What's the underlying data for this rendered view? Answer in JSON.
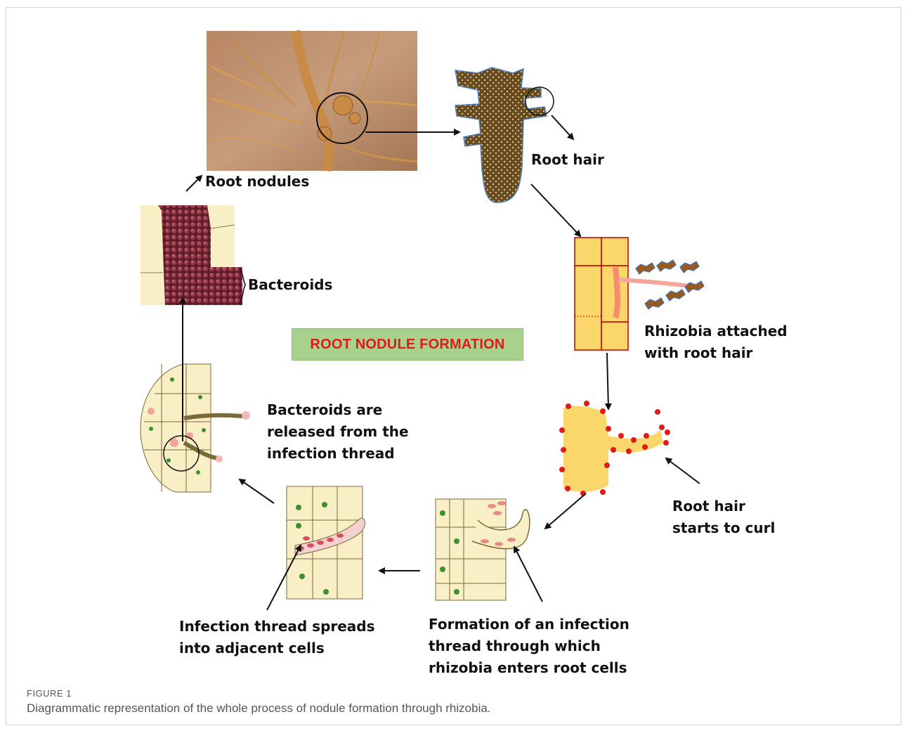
{
  "diagram": {
    "title": "ROOT NODULE FORMATION",
    "labels": {
      "root_nodules": "Root nodules",
      "root_hair": "Root hair",
      "rhizobia_attached": "Rhizobia attached\nwith root hair",
      "root_hair_curl": "Root hair\nstarts to curl",
      "formation_infection": "Formation of an infection\nthread through which\nrhizobia enters root cells",
      "infection_spreads": "Infection thread spreads\ninto adjacent cells",
      "bacteroids_released": "Bacteroids are\nreleased from the\ninfection thread",
      "bacteroids": "Bacteroids"
    }
  },
  "caption": {
    "label": "FIGURE 1",
    "text": "Diagrammatic representation of the whole process of nodule formation through rhizobia."
  },
  "colors": {
    "title_box_fill": "#a9d18e",
    "title_text": "#e0191b",
    "cell_fill": "#fbd66a",
    "cell_border": "#c00000",
    "root_brown": "#6b4c1e",
    "nucleus_green": "#3f8f2f",
    "bacteroid_red": "#8c2b3a"
  }
}
